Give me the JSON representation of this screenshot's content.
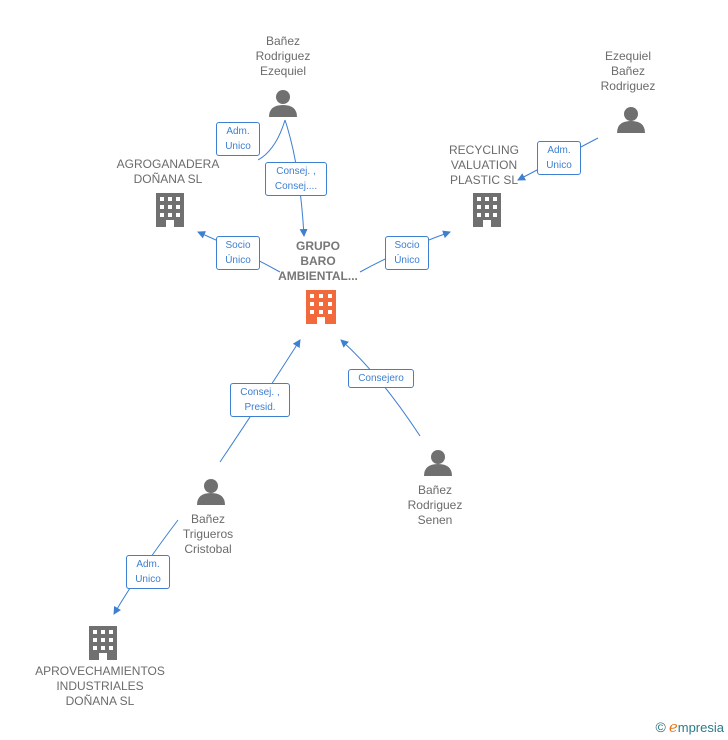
{
  "nodes": {
    "grupo_baro": {
      "label": "GRUPO\nBARO\nAMBIENTAL...",
      "type": "company",
      "color": "#f26a3c"
    },
    "agroganadera": {
      "label": "AGROGANADERA\nDOÑANA  SL",
      "type": "company",
      "color": "#707070"
    },
    "recycling": {
      "label": "RECYCLING\nVALUATION\nPLASTIC  SL",
      "type": "company",
      "color": "#707070"
    },
    "aprovechamientos": {
      "label": "APROVECHAMIENTOS\nINDUSTRIALES\nDOÑANA  SL",
      "type": "company",
      "color": "#707070"
    },
    "banez_rodriguez_ezequiel": {
      "label": "Bañez\nRodriguez\nEzequiel",
      "type": "person",
      "color": "#707070"
    },
    "ezequiel_banez_rodriguez": {
      "label": "Ezequiel\nBañez\nRodriguez",
      "type": "person",
      "color": "#707070"
    },
    "banez_trigueros_cristobal": {
      "label": "Bañez\nTrigueros\nCristobal",
      "type": "person",
      "color": "#707070"
    },
    "banez_rodriguez_senen": {
      "label": "Bañez\nRodriguez\nSenen",
      "type": "person",
      "color": "#707070"
    }
  },
  "edges": {
    "e1": {
      "label": "Adm.\nUnico"
    },
    "e2": {
      "label": "Consej. ,\nConsej...."
    },
    "e3": {
      "label": "Adm.\nUnico"
    },
    "e4": {
      "label": "Socio\nÚnico"
    },
    "e5": {
      "label": "Socio\nÚnico"
    },
    "e6": {
      "label": "Consej. ,\nPresid."
    },
    "e7": {
      "label": "Consejero"
    },
    "e8": {
      "label": "Adm.\nUnico"
    }
  },
  "colors": {
    "edge": "#3d7fd1",
    "main_company": "#f26a3c",
    "node": "#707070"
  },
  "brand": {
    "copyright": "©",
    "name_first": "e",
    "name_rest": "mpresia"
  }
}
